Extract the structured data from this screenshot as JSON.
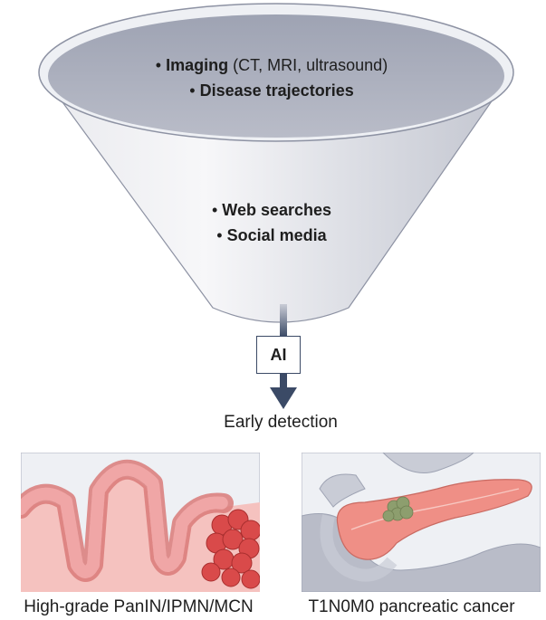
{
  "funnel": {
    "top_lines": [
      {
        "bullet": "•",
        "bold": "Imaging",
        "rest": " (CT, MRI, ultrasound)"
      },
      {
        "bullet": "•",
        "bold": "Disease trajectories",
        "rest": ""
      }
    ],
    "body_lines": [
      {
        "bullet": "•",
        "bold": "Web searches",
        "rest": ""
      },
      {
        "bullet": "•",
        "bold": "Social media",
        "rest": ""
      }
    ]
  },
  "ai_label": "AI",
  "outcome_label": "Early detection",
  "panels": {
    "left_label": "High-grade PanIN/IPMN/MCN",
    "right_label": "T1N0M0 pancreatic cancer"
  },
  "colors": {
    "funnel_fill": "#c9ccd6",
    "funnel_top": "#a9adbb",
    "arrow": "#3b4a66",
    "tissue": "#f0a6a6",
    "tumor": "#d94a4a",
    "pancreas": "#ef8f86",
    "nodule": "#8d9e6e"
  },
  "icons": [
    "funnel-shape",
    "down-arrow-icon",
    "epithelium-illustration",
    "pancreas-illustration"
  ]
}
